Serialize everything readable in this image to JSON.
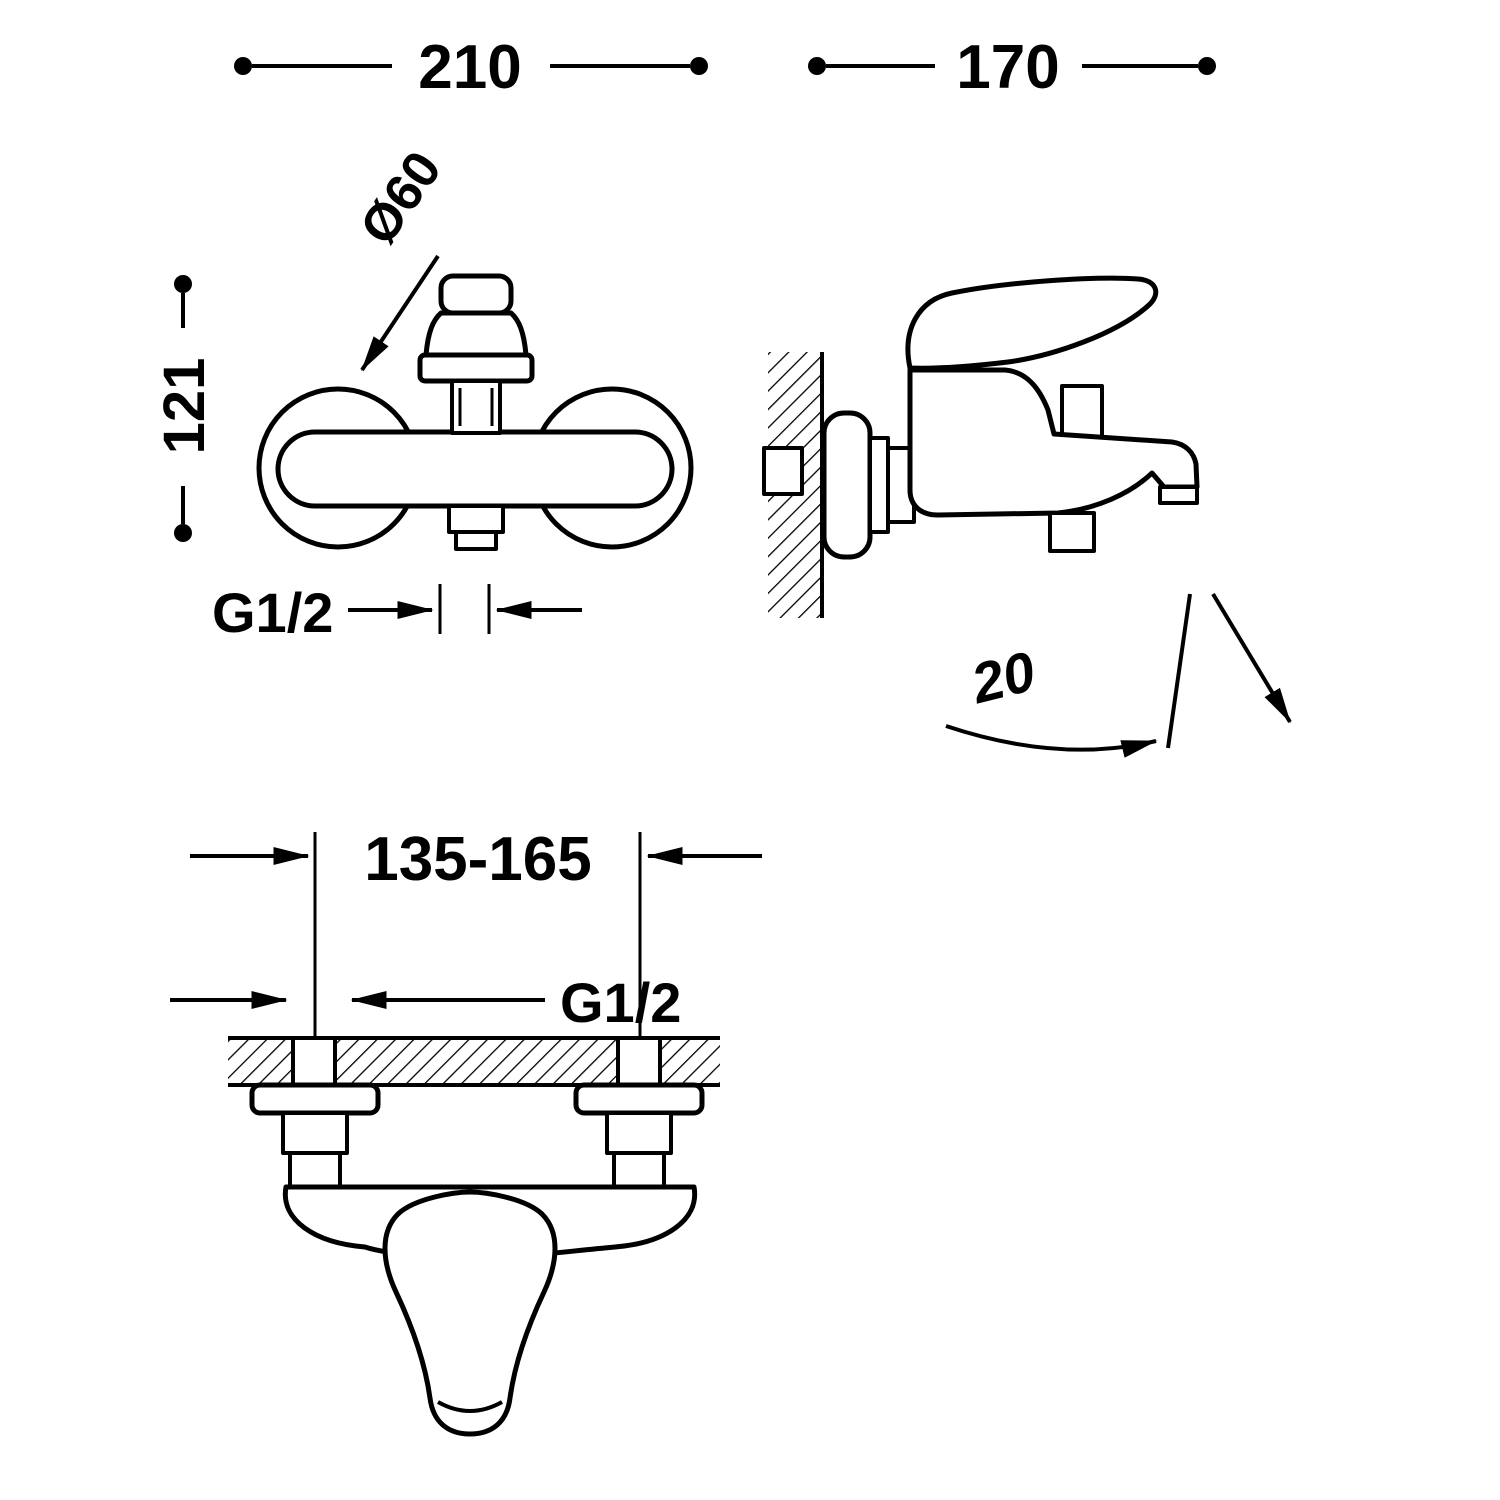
{
  "colors": {
    "line": "#000000",
    "background": "#ffffff"
  },
  "labels": {
    "front_width": "210",
    "side_depth": "170",
    "escutcheon_diameter": "Ø60",
    "front_height": "121",
    "front_thread": "G1/2",
    "spout_angle": "20",
    "bottom_centers": "135-165",
    "bottom_thread": "G1/2"
  }
}
